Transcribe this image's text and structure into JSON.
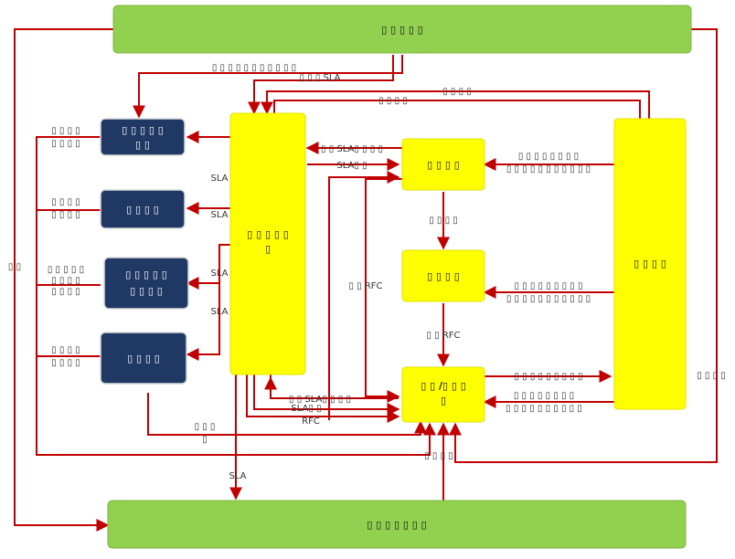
{
  "boxes": {
    "top": "▯ ▯ ▯ ▯ ▯",
    "bottom": "▯ ▯ ▯ ▯ ▯ ▯ ▯",
    "center": [
      "▯ ▯ ▯ ▯ ▯",
      "▯"
    ],
    "dark1": [
      "▯ ▯ ▯ ▯ ▯",
      "▯ ▯"
    ],
    "dark2": "▯ ▯ ▯ ▯",
    "dark3": [
      "▯ ▯ ▯ ▯ ▯",
      "▯ ▯ ▯ ▯"
    ],
    "dark4": "▯ ▯ ▯ ▯",
    "y1": "▯ ▯ ▯ ▯",
    "y2": "▯ ▯ ▯ ▯",
    "y3": [
      "▯ ▯ /▯ ▯ ▯",
      "▯"
    ],
    "right": "▯ ▯ ▯ ▯"
  },
  "labels": {
    "top_long": "▯ ▯ ▯ ▯ ▯ ▯ ▯ ▯ ▯ ▯ ▯",
    "top_sla": "▯ ▯ ▯ SLA",
    "upper1": "▯ ▯ ▯ ▯",
    "upper2": "▯ ▯ ▯ ▯",
    "sla": "SLA",
    "rfc": "RFC",
    "y1_left_sla": "▯ ▯ SLA▯ ▯ ▯ ▯",
    "y1_left_sla2": "SLA▯ ▯",
    "y1_down": "▯ ▯ ▯ ▯",
    "rfc_left": "▯ ▯ RFC",
    "rfc_mid": "▯ ▯ RFC",
    "bottom_sla1": "▯ ▯ SLA▯ ▯ ▯ ▯",
    "bottom_sla2": "SLA▯ ▯",
    "bottom_rfc": "RFC",
    "right_to_y1": [
      "▯ ▯ ▯ ▯ ▯ ▯ ▯ ▯",
      "▯ ▯ ▯ ▯ ▯ ▯ ▯ ▯ ▯ ▯ ▯"
    ],
    "right_to_y2": [
      "▯ ▯ ▯ ▯ ▯ ▯ ▯ ▯ ▯",
      "▯ ▯ ▯ ▯ ▯ ▯ ▯ ▯ ▯ ▯ ▯"
    ],
    "y3_to_right": "▯ ▯ ▯ ▯ ▯ ▯ ▯ ▯ ▯",
    "right_to_y3": [
      "▯ ▯ ▯ ▯ ▯ ▯ ▯ ▯",
      "▯ ▯ ▯ ▯ ▯ ▯ ▯ ▯ ▯ ▯"
    ],
    "left_d1": [
      "▯ ▯ ▯ ▯",
      "▯ ▯ ▯ ▯"
    ],
    "left_d2": [
      "▯ ▯ ▯ ▯",
      "▯ ▯ ▯ ▯"
    ],
    "left_d3": [
      "▯ ▯ ▯ ▯ ▯",
      "▯ ▯ ▯ ▯",
      "▯ ▯ ▯ ▯"
    ],
    "left_d4": [
      "▯ ▯ ▯ ▯",
      "▯ ▯ ▯ ▯"
    ],
    "far_left": "▯ ▯",
    "far_right": "▯ ▯ ▯ ▯",
    "bottom_mid": "▯ ▯ ▯ ▯",
    "d4_bottom": [
      "▯ ▯ ▯",
      "▯"
    ],
    "center_down": "SLA"
  },
  "colors": {
    "green": "#92d050",
    "yellow": "#ffff00",
    "dark": "#1f3864",
    "arrow": "#c00000"
  }
}
